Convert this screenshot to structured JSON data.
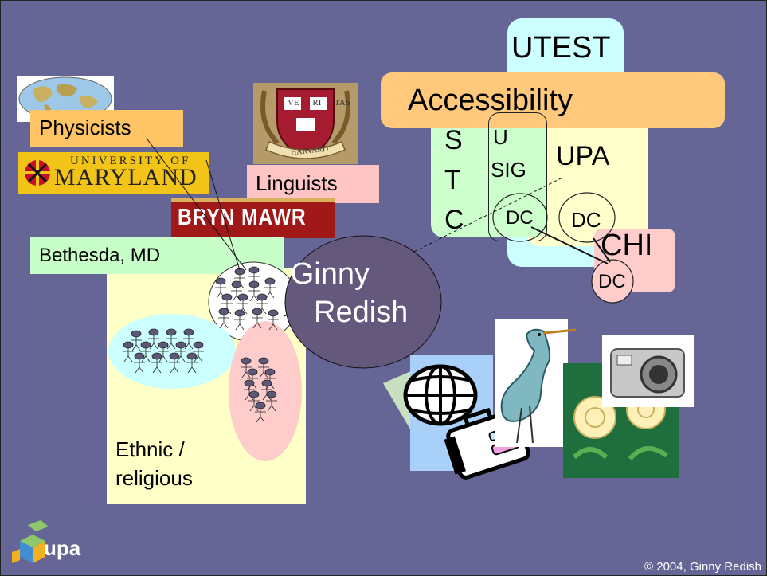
{
  "slide": {
    "center_label_line1": "Ginny",
    "center_label_line2": "Redish",
    "copyright": "© 2004, Ginny Redish",
    "logo_text": "upa"
  },
  "groups_left": {
    "physicists": "Physicists",
    "maryland_logo": "UNIVERSITY OF MARYLAND",
    "maryland_top": "UNIVERSITY OF",
    "maryland_main": "MARYLAND",
    "bryn_mawr": "BRYN MAWR",
    "harvard_motto": "VE RI TAS",
    "harvard_banner": "HARVARD",
    "linguists": "Linguists",
    "bethesda": "Bethesda, MD",
    "ethnic_line1": "Ethnic /",
    "ethnic_line2": "religious"
  },
  "groups_right": {
    "utest": "UTEST",
    "accessibility": "Accessibility",
    "stc_s": "S",
    "stc_t": "T",
    "stc_c": "C",
    "usig_u": "U",
    "usig_sig": "SIG",
    "upa": "UPA",
    "dc1": "DC",
    "dc2": "DC",
    "chi": "CHI",
    "dc3": "DC"
  },
  "colors": {
    "background": "#656696",
    "physicists": "#FFC466",
    "accessibility": "#FFC87A",
    "linguists": "#FFC4C4",
    "bethesda": "#C8FFC8",
    "ethnic": "#FFFFC8",
    "stc": "#CCFFCC",
    "upa": "#FFFFCC",
    "utest": "#CCFFFF",
    "chi": "#FFCCCC",
    "center": "#64587C",
    "bryn_mawr": "#A01818"
  }
}
